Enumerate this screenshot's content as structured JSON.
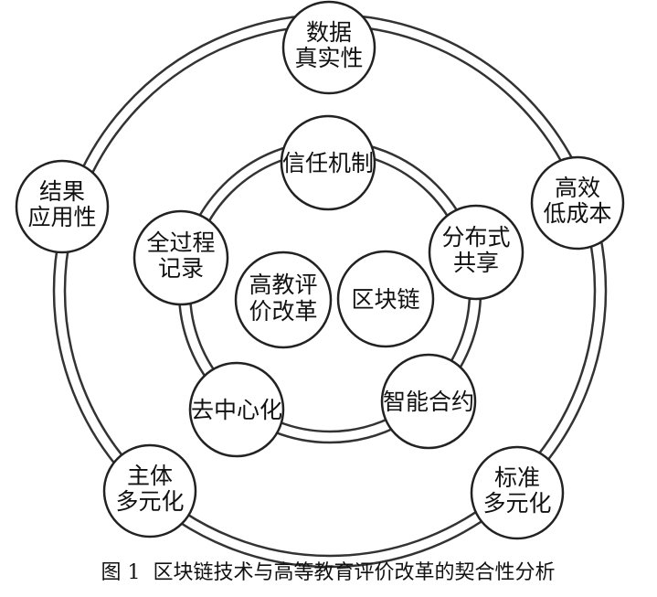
{
  "core": [
    {
      "id": "higher-edu-eval-reform",
      "lines": [
        "高教评",
        "价改革"
      ]
    },
    {
      "id": "blockchain",
      "lines": [
        "区块链"
      ]
    }
  ],
  "inner_ring": [
    {
      "id": "trust-mechanism",
      "lines": [
        "信任机制"
      ]
    },
    {
      "id": "distributed-sharing",
      "lines": [
        "分布式",
        "共享"
      ]
    },
    {
      "id": "smart-contract",
      "lines": [
        "智能合约"
      ]
    },
    {
      "id": "decentralization",
      "lines": [
        "去中心化"
      ]
    },
    {
      "id": "full-process-record",
      "lines": [
        "全过程",
        "记录"
      ]
    }
  ],
  "outer_ring": [
    {
      "id": "data-authenticity",
      "lines": [
        "数据",
        "真实性"
      ]
    },
    {
      "id": "efficiency-low-cost",
      "lines": [
        "高效",
        "低成本"
      ]
    },
    {
      "id": "standard-diversification",
      "lines": [
        "标准",
        "多元化"
      ]
    },
    {
      "id": "subject-diversification",
      "lines": [
        "主体",
        "多元化"
      ]
    },
    {
      "id": "result-applicability",
      "lines": [
        "结果",
        "应用性"
      ]
    }
  ],
  "caption": "图 1  区块链技术与高等教育评价改革的契合性分析"
}
